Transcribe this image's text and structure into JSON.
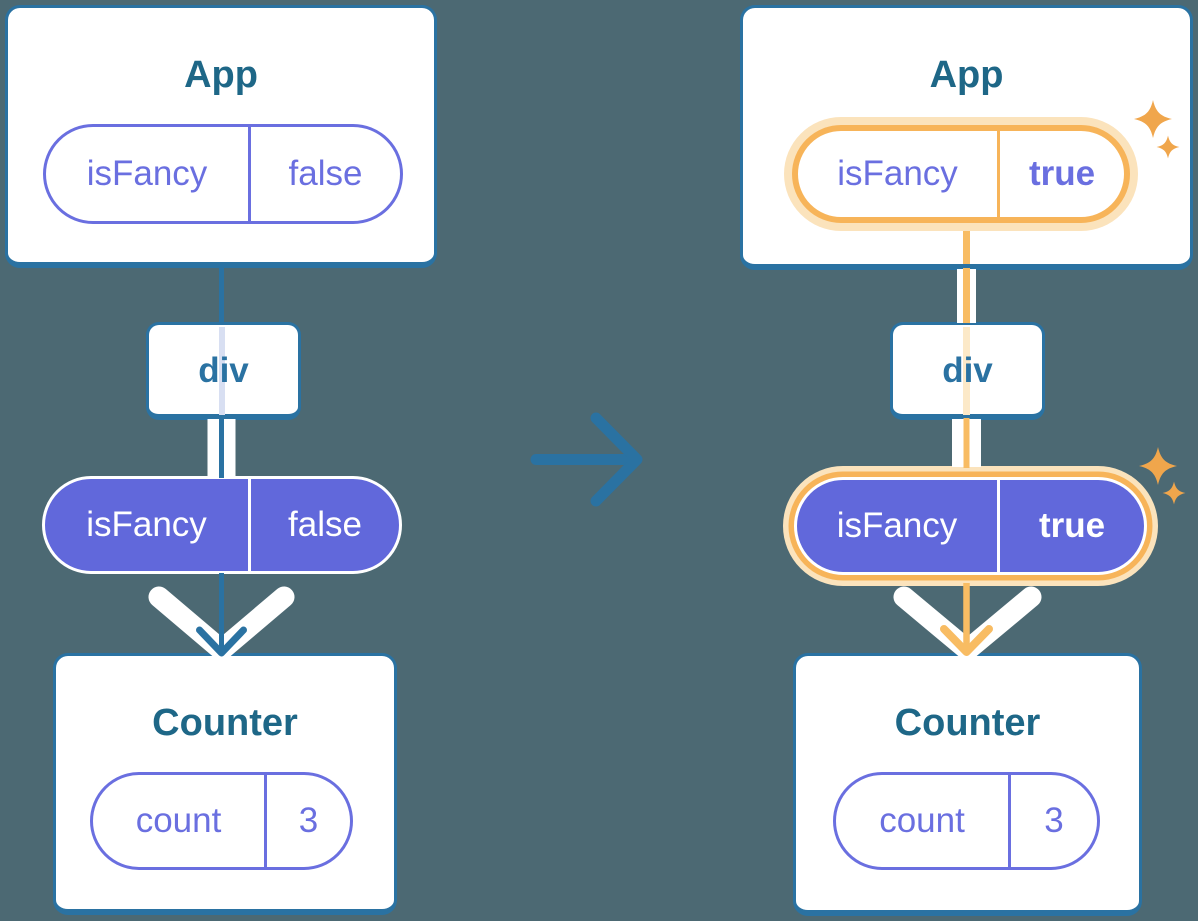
{
  "diagram": {
    "description": "component-tree prop passing, before and after state change",
    "before": {
      "app": {
        "title": "App",
        "prop": {
          "name": "isFancy",
          "value": "false"
        }
      },
      "container": {
        "label": "div"
      },
      "passed_prop": {
        "name": "isFancy",
        "value": "false"
      },
      "counter": {
        "title": "Counter",
        "state": {
          "name": "count",
          "value": "3"
        }
      }
    },
    "after": {
      "app": {
        "title": "App",
        "prop": {
          "name": "isFancy",
          "value": "true"
        }
      },
      "container": {
        "label": "div"
      },
      "passed_prop": {
        "name": "isFancy",
        "value": "true"
      },
      "counter": {
        "title": "Counter",
        "state": {
          "name": "count",
          "value": "3"
        }
      }
    },
    "icons": {
      "transition_arrow": "right-arrow-icon",
      "prop_flow_arrow": "down-chevron-arrow-icon",
      "highlight": "sparkles-icon"
    },
    "colors": {
      "background": "#4C6973",
      "card_border": "#2A72A2",
      "title_text": "#1E6787",
      "purple_fill": "#6168DB",
      "purple_text": "#6A6FE0",
      "highlight_orange": "#F7B459",
      "highlight_line": "#F8BC63",
      "highlight_cream": "#FBE3BC",
      "pale_orange_line": "#FCE9C8",
      "sparkle_orange": "#F0A64C",
      "lavender_line": "#D8DFF2"
    }
  }
}
